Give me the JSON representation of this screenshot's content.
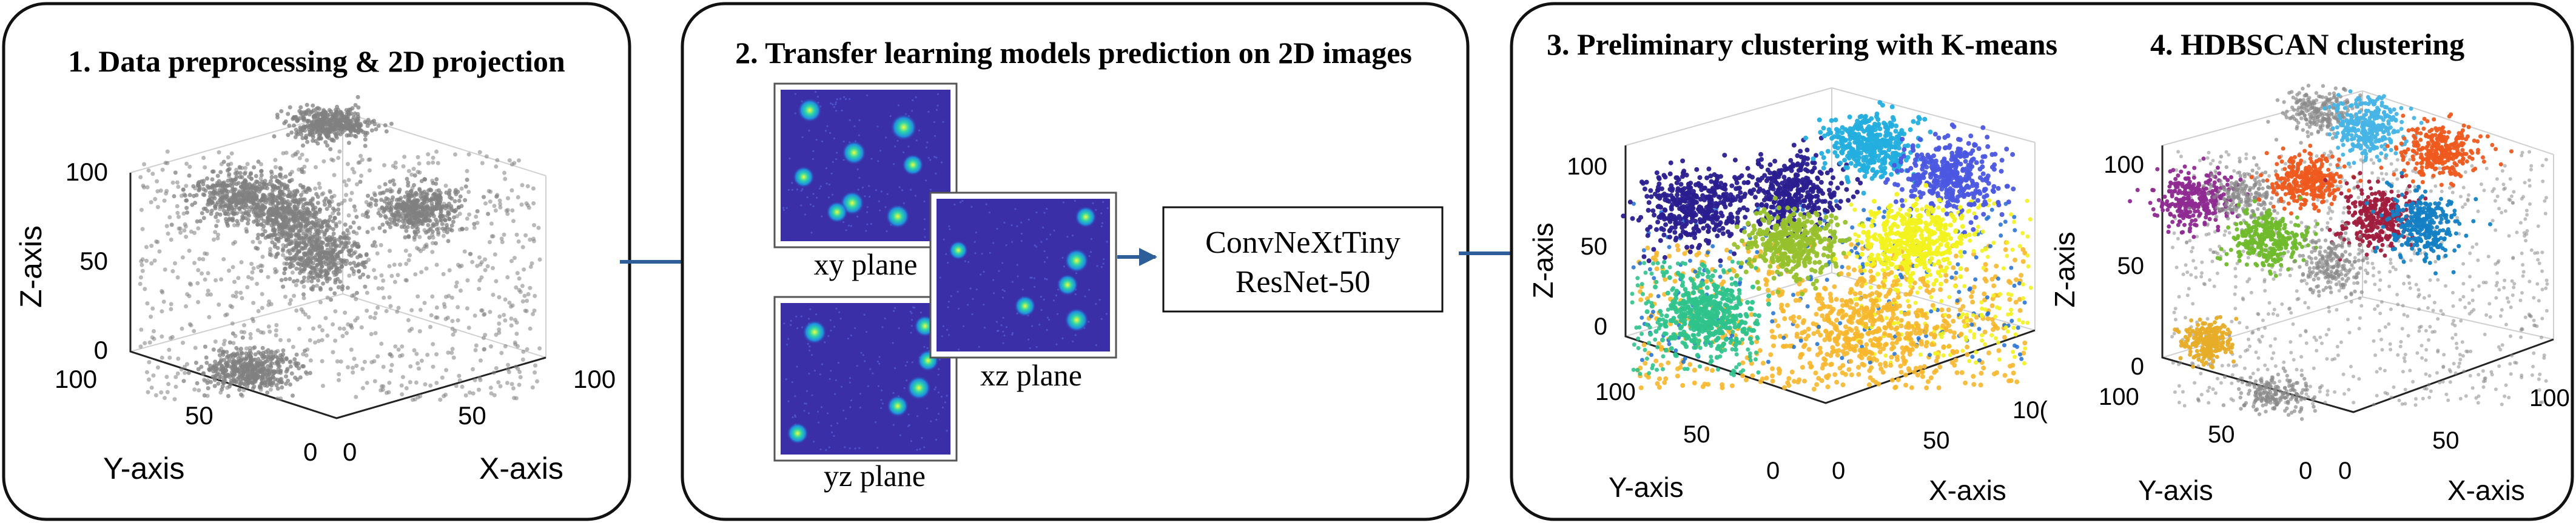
{
  "panels": {
    "p1": {
      "title": "1. Data preprocessing & 2D projection"
    },
    "p2": {
      "title": "2. Transfer learning models prediction on 2D images"
    },
    "p3": {
      "title3": "3. Preliminary clustering with K-means",
      "title4": "4. HDBSCAN clustering"
    }
  },
  "axes": {
    "z_label": "Z-axis",
    "y_label": "Y-axis",
    "x_label": "X-axis",
    "z_ticks_p1": [
      "100",
      "50",
      "0"
    ],
    "y_ticks_p1": [
      "100",
      "50",
      "0"
    ],
    "x_ticks_p1": [
      "0",
      "50",
      "100"
    ],
    "z_ticks_p3": [
      "100",
      "50",
      "0"
    ],
    "y_ticks_p3": [
      "100",
      "50",
      "0"
    ],
    "x_ticks_p3": [
      "0",
      "50",
      "10("
    ],
    "z_ticks_p4": [
      "100",
      "50",
      "0"
    ],
    "y_ticks_p4": [
      "100",
      "50",
      "0"
    ],
    "x_ticks_p4": [
      "0",
      "50",
      "100"
    ]
  },
  "planes": {
    "xy": "xy plane",
    "xz": "xz plane",
    "yz": "yz plane"
  },
  "models": {
    "line1": "ConvNeXtTiny",
    "line2": "ResNet-50"
  },
  "colors": {
    "panel_border": "#111111",
    "arrow": "#2e5e9a",
    "raw_points": "#808080",
    "plane_bg": "#3a2fa6",
    "kmeans": [
      "#2a1e8f",
      "#4b57e0",
      "#23aede",
      "#97c12c",
      "#f2f21e",
      "#f6b72c",
      "#2fc38c",
      "#1f6fd2"
    ],
    "hdbscan": [
      "#8e2a91",
      "#ee5a1e",
      "#46b4e6",
      "#6fba2c",
      "#a01c3c",
      "#137fc4",
      "#e8ad28",
      "#8a8a8a"
    ]
  }
}
